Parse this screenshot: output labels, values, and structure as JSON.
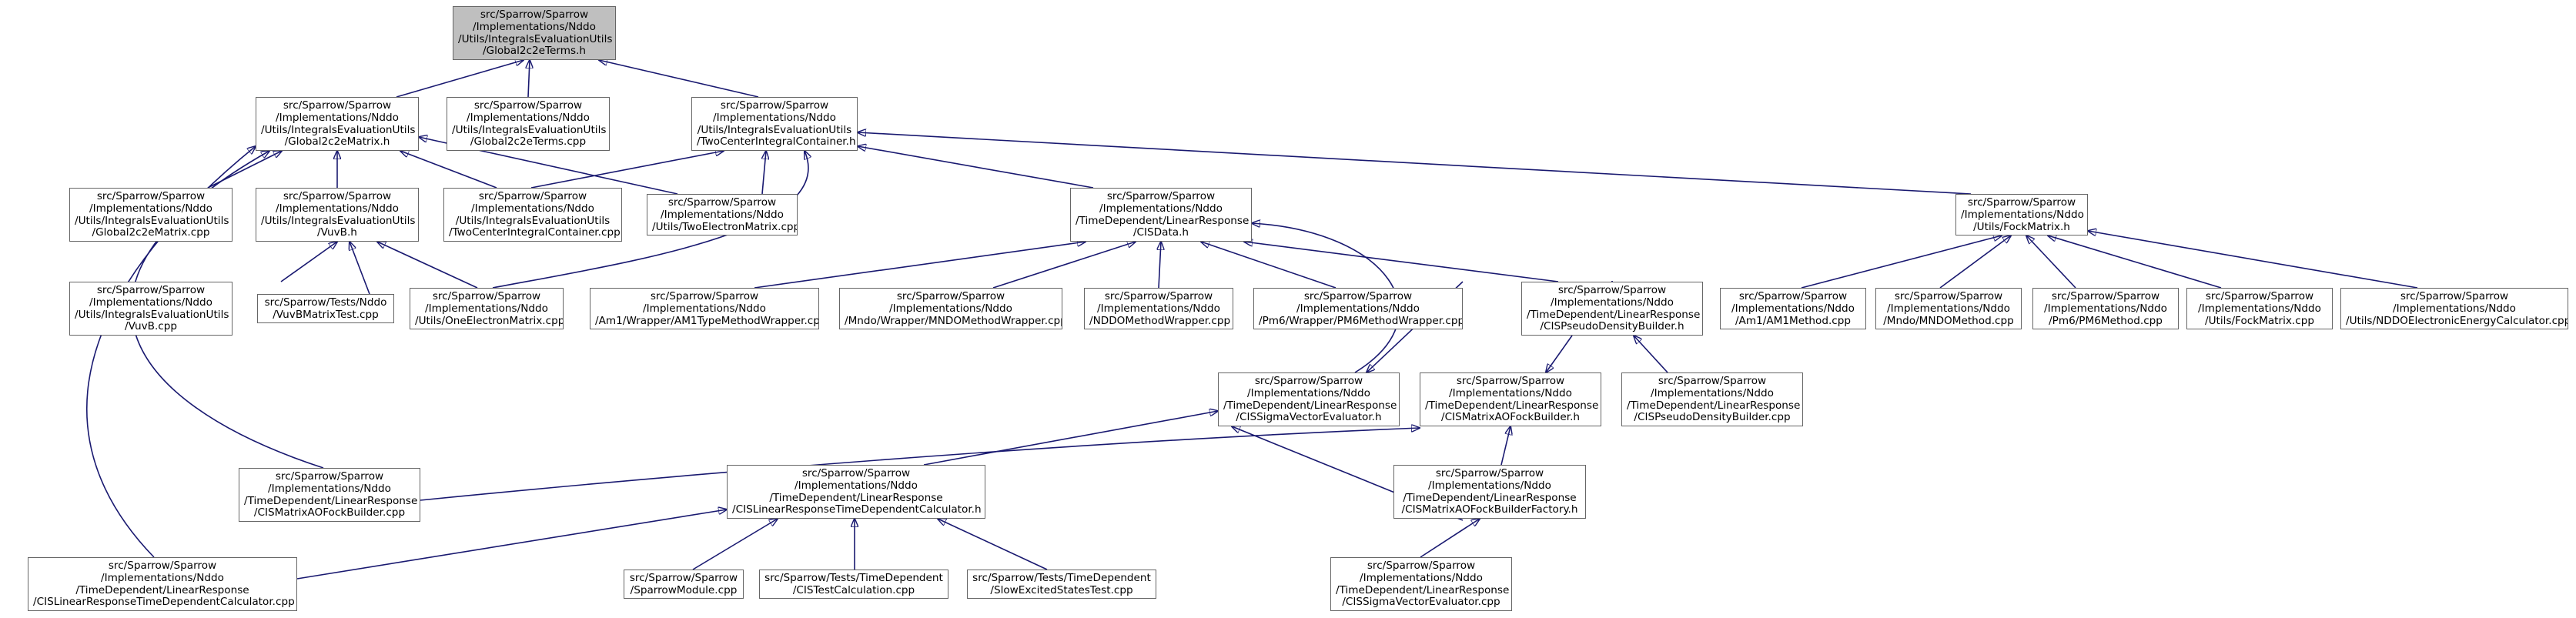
{
  "colors": {
    "edge": "#191970",
    "node_border": "#666666",
    "root_fill": "#bfbfbf",
    "node_fill": "#ffffff"
  },
  "nodes": {
    "root": [
      "src/Sparrow/Sparrow",
      "/Implementations/Nddo",
      "/Utils/IntegralsEvaluationUtils",
      "/Global2c2eTerms.h"
    ],
    "g2c2e_matrix_h": [
      "src/Sparrow/Sparrow",
      "/Implementations/Nddo",
      "/Utils/IntegralsEvaluationUtils",
      "/Global2c2eMatrix.h"
    ],
    "g2c2e_terms_cpp": [
      "src/Sparrow/Sparrow",
      "/Implementations/Nddo",
      "/Utils/IntegralsEvaluationUtils",
      "/Global2c2eTerms.cpp"
    ],
    "two_center_h": [
      "src/Sparrow/Sparrow",
      "/Implementations/Nddo",
      "/Utils/IntegralsEvaluationUtils",
      "/TwoCenterIntegralContainer.h"
    ],
    "g2c2e_matrix_cpp": [
      "src/Sparrow/Sparrow",
      "/Implementations/Nddo",
      "/Utils/IntegralsEvaluationUtils",
      "/Global2c2eMatrix.cpp"
    ],
    "vuvb_h": [
      "src/Sparrow/Sparrow",
      "/Implementations/Nddo",
      "/Utils/IntegralsEvaluationUtils",
      "/VuvB.h"
    ],
    "two_center_cpp": [
      "src/Sparrow/Sparrow",
      "/Implementations/Nddo",
      "/Utils/IntegralsEvaluationUtils",
      "/TwoCenterIntegralContainer.cpp"
    ],
    "two_electron_cpp": [
      "src/Sparrow/Sparrow",
      "/Implementations/Nddo",
      "/Utils/TwoElectronMatrix.cpp"
    ],
    "cisdata_h": [
      "src/Sparrow/Sparrow",
      "/Implementations/Nddo",
      "/TimeDependent/LinearResponse",
      "/CISData.h"
    ],
    "fockmatrix_h": [
      "src/Sparrow/Sparrow",
      "/Implementations/Nddo",
      "/Utils/FockMatrix.h"
    ],
    "vuvb_cpp": [
      "src/Sparrow/Sparrow",
      "/Implementations/Nddo",
      "/Utils/IntegralsEvaluationUtils",
      "/VuvB.cpp"
    ],
    "vuvb_test_cpp": [
      "src/Sparrow/Tests/Nddo",
      "/VuvBMatrixTest.cpp"
    ],
    "one_electron_cpp": [
      "src/Sparrow/Sparrow",
      "/Implementations/Nddo",
      "/Utils/OneElectronMatrix.cpp"
    ],
    "am1_wrapper_cpp": [
      "src/Sparrow/Sparrow",
      "/Implementations/Nddo",
      "/Am1/Wrapper/AM1TypeMethodWrapper.cpp"
    ],
    "mndo_wrapper_cpp": [
      "src/Sparrow/Sparrow",
      "/Implementations/Nddo",
      "/Mndo/Wrapper/MNDOMethodWrapper.cpp"
    ],
    "nddo_wrapper_cpp": [
      "src/Sparrow/Sparrow",
      "/Implementations/Nddo",
      "/NDDOMethodWrapper.cpp"
    ],
    "pm6_wrapper_cpp": [
      "src/Sparrow/Sparrow",
      "/Implementations/Nddo",
      "/Pm6/Wrapper/PM6MethodWrapper.cpp"
    ],
    "cis_pseudo_h": [
      "src/Sparrow/Sparrow",
      "/Implementations/Nddo",
      "/TimeDependent/LinearResponse",
      "/CISPseudoDensityBuilder.h"
    ],
    "am1_method_cpp": [
      "src/Sparrow/Sparrow",
      "/Implementations/Nddo",
      "/Am1/AM1Method.cpp"
    ],
    "mndo_method_cpp": [
      "src/Sparrow/Sparrow",
      "/Implementations/Nddo",
      "/Mndo/MNDOMethod.cpp"
    ],
    "pm6_method_cpp": [
      "src/Sparrow/Sparrow",
      "/Implementations/Nddo",
      "/Pm6/PM6Method.cpp"
    ],
    "fockmatrix_cpp": [
      "src/Sparrow/Sparrow",
      "/Implementations/Nddo",
      "/Utils/FockMatrix.cpp"
    ],
    "nddo_energy_cpp": [
      "src/Sparrow/Sparrow",
      "/Implementations/Nddo",
      "/Utils/NDDOElectronicEnergyCalculator.cpp"
    ],
    "cis_sigma_h": [
      "src/Sparrow/Sparrow",
      "/Implementations/Nddo",
      "/TimeDependent/LinearResponse",
      "/CISSigmaVectorEvaluator.h"
    ],
    "cis_aofock_h": [
      "src/Sparrow/Sparrow",
      "/Implementations/Nddo",
      "/TimeDependent/LinearResponse",
      "/CISMatrixAOFockBuilder.h"
    ],
    "cis_pseudo_cpp": [
      "src/Sparrow/Sparrow",
      "/Implementations/Nddo",
      "/TimeDependent/LinearResponse",
      "/CISPseudoDensityBuilder.cpp"
    ],
    "cis_aofock_cpp": [
      "src/Sparrow/Sparrow",
      "/Implementations/Nddo",
      "/TimeDependent/LinearResponse",
      "/CISMatrixAOFockBuilder.cpp"
    ],
    "cis_lrtd_h": [
      "src/Sparrow/Sparrow",
      "/Implementations/Nddo",
      "/TimeDependent/LinearResponse",
      "/CISLinearResponseTimeDependentCalculator.h"
    ],
    "cis_aofock_factory_h": [
      "src/Sparrow/Sparrow",
      "/Implementations/Nddo",
      "/TimeDependent/LinearResponse",
      "/CISMatrixAOFockBuilderFactory.h"
    ],
    "cis_lrtd_cpp": [
      "src/Sparrow/Sparrow",
      "/Implementations/Nddo",
      "/TimeDependent/LinearResponse",
      "/CISLinearResponseTimeDependentCalculator.cpp"
    ],
    "sparrow_module_cpp": [
      "src/Sparrow/Sparrow",
      "/SparrowModule.cpp"
    ],
    "cis_test_cpp": [
      "src/Sparrow/Tests/TimeDependent",
      "/CISTestCalculation.cpp"
    ],
    "slow_excited_cpp": [
      "src/Sparrow/Tests/TimeDependent",
      "/SlowExcitedStatesTest.cpp"
    ],
    "cis_sigma_cpp": [
      "src/Sparrow/Sparrow",
      "/Implementations/Nddo",
      "/TimeDependent/LinearResponse",
      "/CISSigmaVectorEvaluator.cpp"
    ]
  }
}
